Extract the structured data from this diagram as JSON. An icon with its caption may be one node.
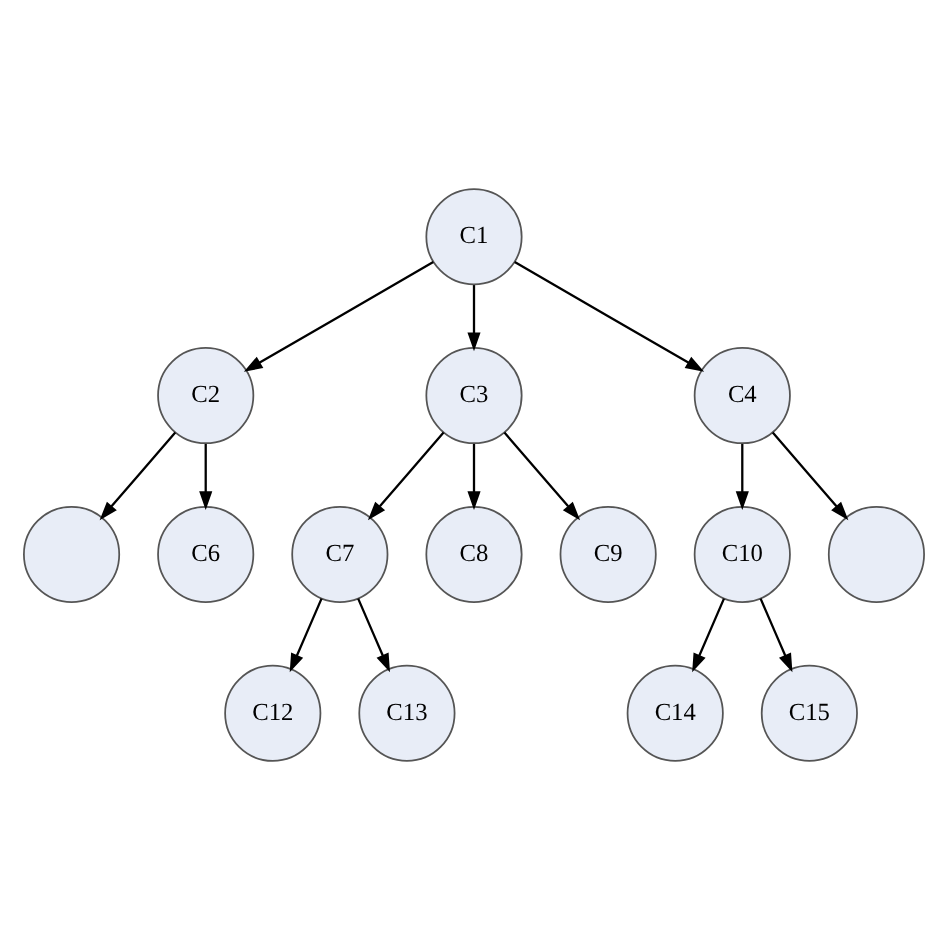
{
  "diagram": {
    "nodes": [
      {
        "text": [
          "C1"
        ]
      },
      {
        "text": [
          "C2"
        ]
      },
      {
        "text": [
          "C3"
        ]
      },
      {
        "text": [
          "C4"
        ]
      },
      {
        "text": [],
        "shape": "circle"
      },
      {
        "text": [
          "C6"
        ]
      },
      {
        "text": [
          "C7"
        ]
      },
      {
        "text": [
          "C8"
        ]
      },
      {
        "text": [
          "C9"
        ]
      },
      {
        "text": [
          "C10"
        ]
      },
      {
        "text": [],
        "shape": "circle"
      },
      {
        "text": [
          "C12"
        ]
      },
      {
        "text": [
          "C13"
        ]
      },
      {
        "text": [
          "C14"
        ]
      },
      {
        "text": [
          "C15"
        ]
      }
    ],
    "edges": [
      {
        "from": 0,
        "to": 1,
        "arrow": "to"
      },
      {
        "from": 0,
        "to": 2,
        "arrow": "to"
      },
      {
        "from": 0,
        "to": 3,
        "arrow": "to"
      },
      {
        "from": 1,
        "to": 4,
        "arrow": "to"
      },
      {
        "from": 1,
        "to": 5,
        "arrow": "to"
      },
      {
        "from": 2,
        "to": 6,
        "arrow": "to"
      },
      {
        "from": 2,
        "to": 7,
        "arrow": "to"
      },
      {
        "from": 2,
        "to": 8,
        "arrow": "to"
      },
      {
        "from": 3,
        "to": 9,
        "arrow": "to"
      },
      {
        "from": 3,
        "to": 10,
        "arrow": "to"
      },
      {
        "from": 6,
        "to": 11,
        "arrow": "to"
      },
      {
        "from": 6,
        "to": 12,
        "arrow": "to"
      },
      {
        "from": 9,
        "to": 13,
        "arrow": "to"
      },
      {
        "from": 9,
        "to": 14,
        "arrow": "to"
      }
    ]
  }
}
